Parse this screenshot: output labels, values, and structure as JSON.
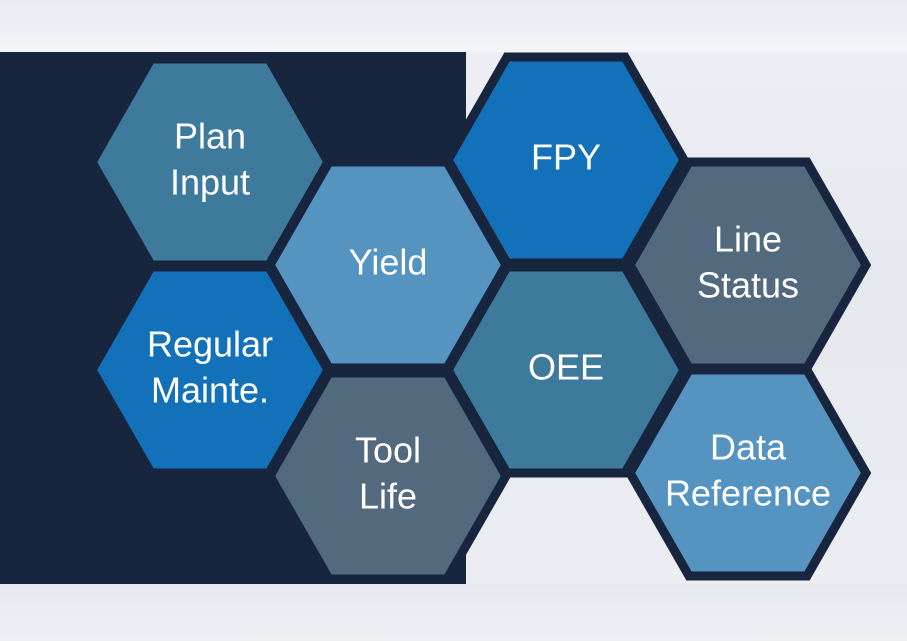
{
  "tiles": [
    {
      "id": "plan-input",
      "lines": [
        "Plan",
        "Input"
      ],
      "color": "#3d7a9c"
    },
    {
      "id": "yield",
      "lines": [
        "Yield"
      ],
      "color": "#5594c0"
    },
    {
      "id": "fpy",
      "lines": [
        "FPY"
      ],
      "color": "#1371b9"
    },
    {
      "id": "line-status",
      "lines": [
        "Line",
        "Status"
      ],
      "color": "#536a7e"
    },
    {
      "id": "regular-mainte",
      "lines": [
        "Regular",
        "Mainte."
      ],
      "color": "#1371b9"
    },
    {
      "id": "oee",
      "lines": [
        "OEE"
      ],
      "color": "#3d7a9c"
    },
    {
      "id": "tool-life",
      "lines": [
        "Tool",
        "Life"
      ],
      "color": "#536a7e"
    },
    {
      "id": "data-reference",
      "lines": [
        "Data",
        "Reference"
      ],
      "color": "#5594c0"
    }
  ],
  "colors": {
    "background": "#eceef3",
    "dark_panel": "#17263e",
    "hex_border": "#17263e",
    "text": "#ffffff"
  }
}
